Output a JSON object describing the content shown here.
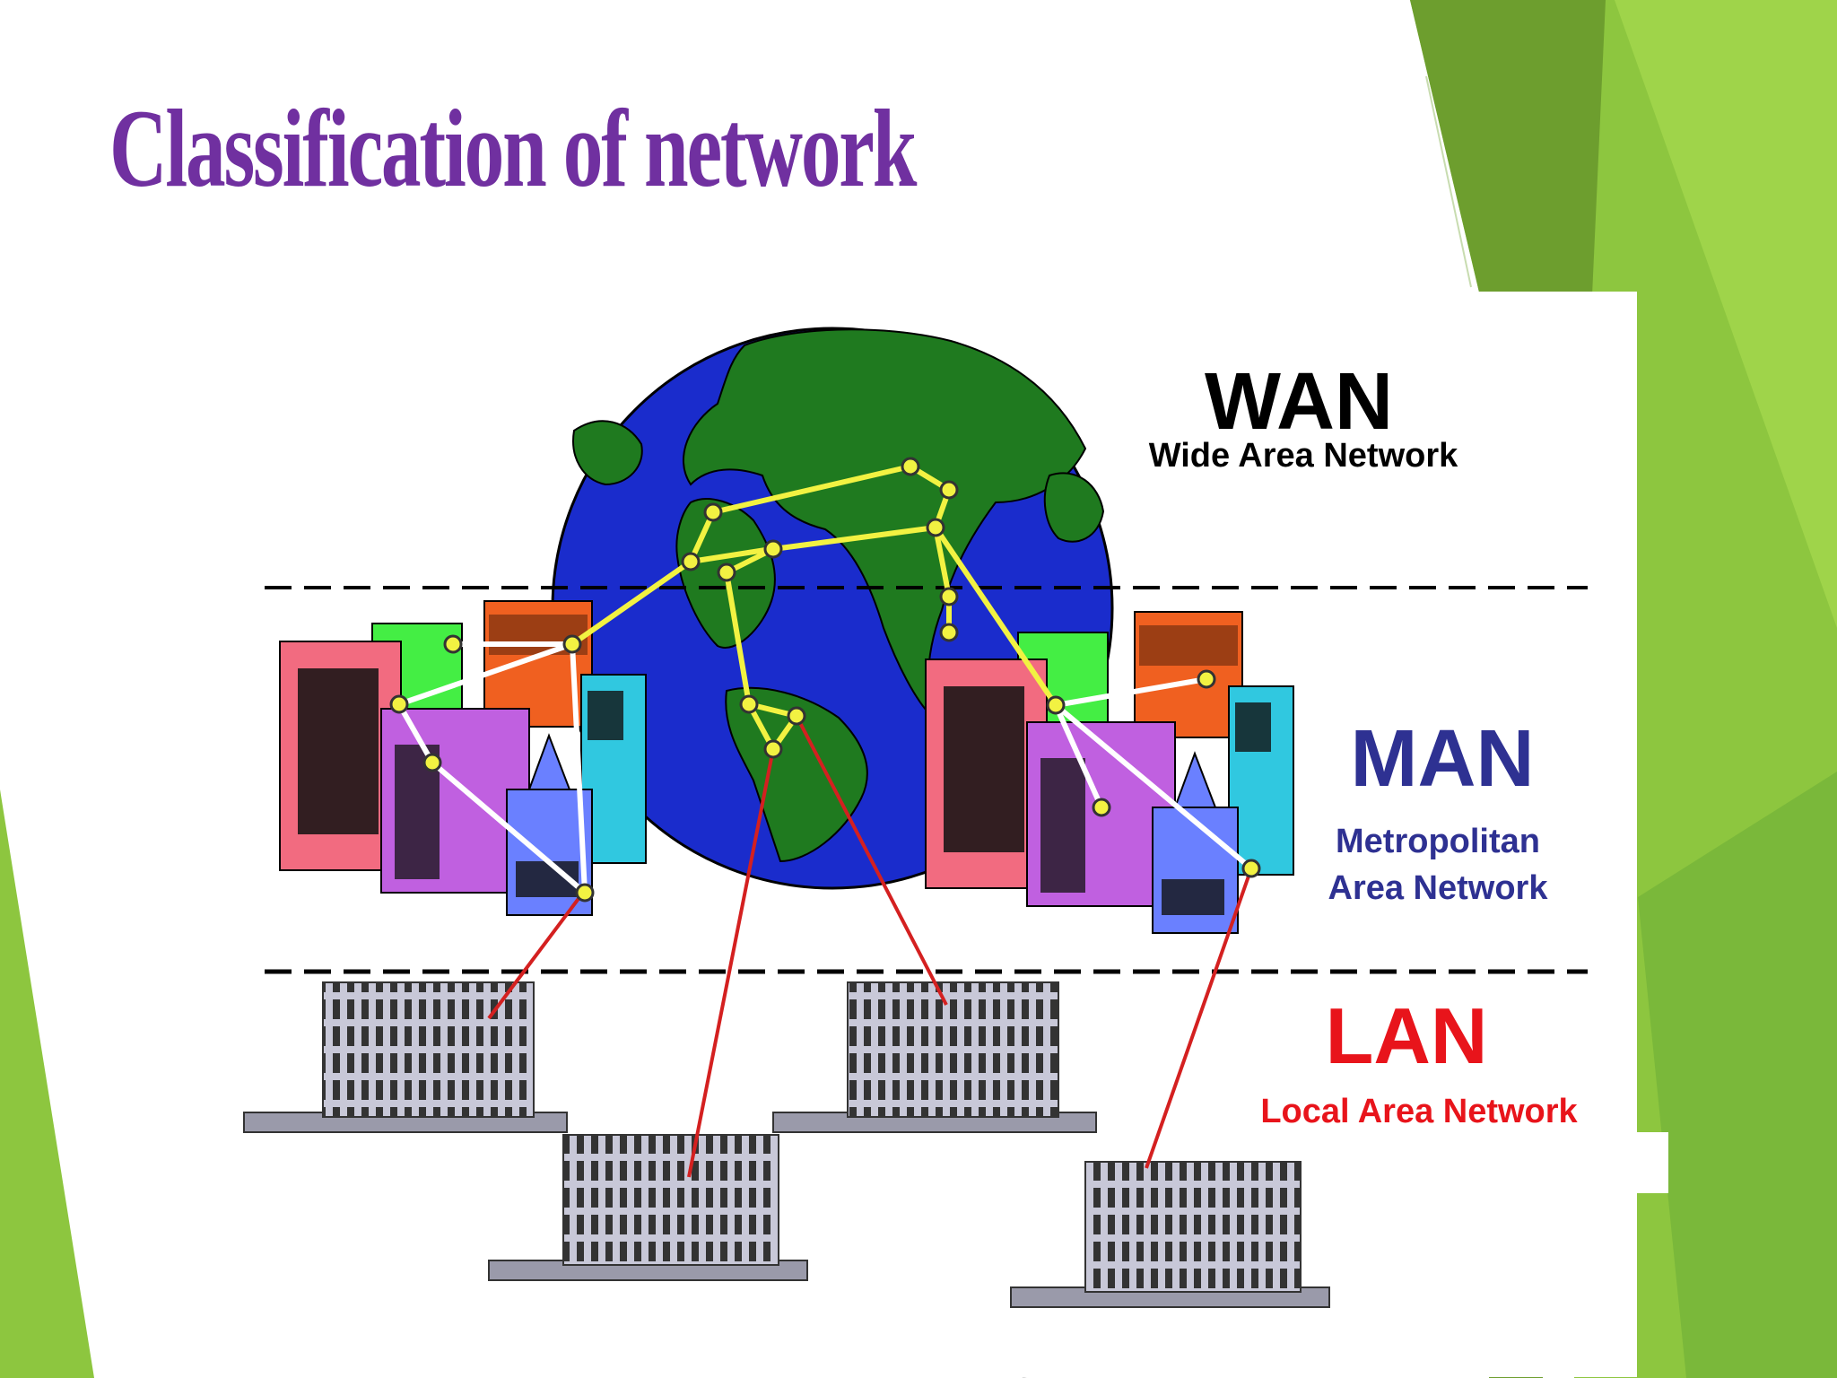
{
  "slide": {
    "title": "Classification of network"
  },
  "layers": {
    "wan": {
      "abbr": "WAN",
      "full": "Wide Area Network"
    },
    "man": {
      "abbr": "MAN",
      "full_line1": "Metropolitan",
      "full_line2": "Area Network"
    },
    "lan": {
      "abbr": "LAN",
      "full": "Local Area Network"
    }
  },
  "colors": {
    "title": "#7030a0",
    "wan_text": "#000000",
    "man_text": "#2e3192",
    "lan_text": "#e8141b",
    "ocean": "#1a2ccc",
    "land": "#1f7a1f",
    "wan_link": "#f2f242",
    "man_link": "#ffffff",
    "lan_link": "#d42020",
    "accent_green": "#8dc63f",
    "accent_dark_green": "#6d9e2e"
  }
}
